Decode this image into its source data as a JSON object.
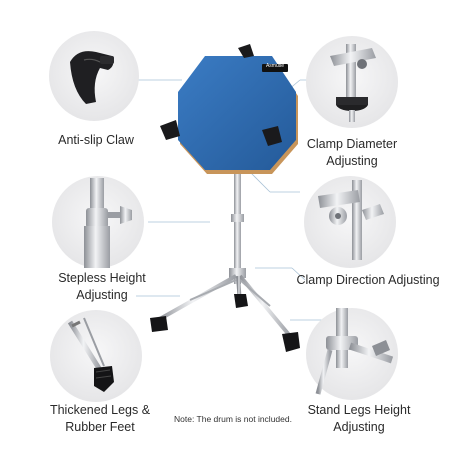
{
  "labels": {
    "anti_slip_claw": "Anti-slip Claw",
    "clamp_diameter_line1": "Clamp Diameter",
    "clamp_diameter_line2": "Adjusting",
    "stepless_height_line1": "Stepless Height",
    "stepless_height_line2": "Adjusting",
    "clamp_direction": "Clamp Direction Adjusting",
    "thickened_legs_line1": "Thickened Legs &",
    "thickened_legs_line2": "Rubber Feet",
    "stand_legs_line1": "Stand Legs Height",
    "stand_legs_line2": "Adjusting"
  },
  "note": "Note: The drum is not included.",
  "pad": {
    "logo_text": "Asmuse"
  },
  "colors": {
    "pad_blue": "#2f6fb6",
    "pad_edge": "#c8955a",
    "chrome": "#b9bcc0",
    "circle_bg": "#eeeeef",
    "leader_line": "#9fb9cf"
  }
}
